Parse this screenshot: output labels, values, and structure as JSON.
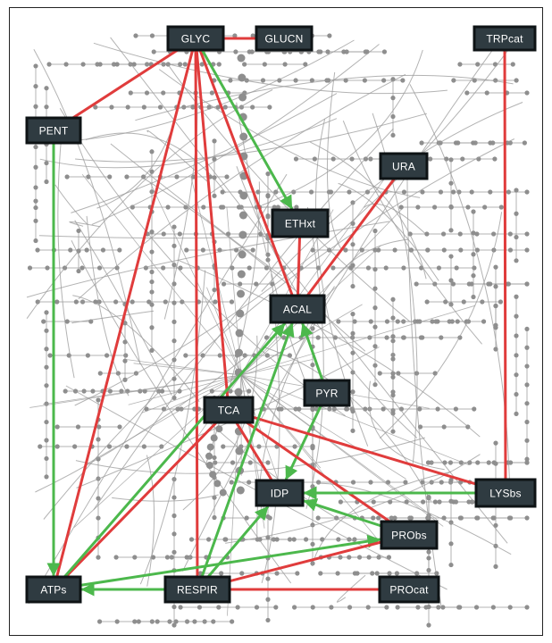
{
  "diagram": {
    "nodes": [
      {
        "id": "GLYC",
        "label": "GLYC"
      },
      {
        "id": "GLUCN",
        "label": "GLUCN"
      },
      {
        "id": "TRPcat",
        "label": "TRPcat"
      },
      {
        "id": "PENT",
        "label": "PENT"
      },
      {
        "id": "URA",
        "label": "URA"
      },
      {
        "id": "ETHxt",
        "label": "ETHxt"
      },
      {
        "id": "ACAL",
        "label": "ACAL"
      },
      {
        "id": "PYR",
        "label": "PYR"
      },
      {
        "id": "TCA",
        "label": "TCA"
      },
      {
        "id": "IDP",
        "label": "IDP"
      },
      {
        "id": "LYSbs",
        "label": "LYSbs"
      },
      {
        "id": "PRObs",
        "label": "PRObs"
      },
      {
        "id": "ATPs",
        "label": "ATPs"
      },
      {
        "id": "RESPIR",
        "label": "RESPIR"
      },
      {
        "id": "PROcat",
        "label": "PROcat"
      }
    ],
    "edges": [
      {
        "from": "GLYC",
        "to": "GLUCN",
        "color": "red",
        "arrow": false
      },
      {
        "from": "GLYC",
        "to": "PENT",
        "color": "red",
        "arrow": false
      },
      {
        "from": "GLYC",
        "to": "ATPs",
        "color": "red",
        "arrow": false
      },
      {
        "from": "GLYC",
        "to": "RESPIR",
        "color": "red",
        "arrow": false
      },
      {
        "from": "GLYC",
        "to": "TCA",
        "color": "red",
        "arrow": false
      },
      {
        "from": "GLYC",
        "to": "ACAL",
        "color": "red",
        "arrow": false
      },
      {
        "from": "GLYC",
        "to": "ETHxt",
        "color": "green",
        "arrow": true
      },
      {
        "from": "TRPcat",
        "to": "LYSbs",
        "color": "red",
        "arrow": false
      },
      {
        "from": "PENT",
        "to": "ATPs",
        "color": "green",
        "arrow": true
      },
      {
        "from": "URA",
        "to": "ACAL",
        "color": "red",
        "arrow": false
      },
      {
        "from": "ETHxt",
        "to": "ACAL",
        "color": "red",
        "arrow": false
      },
      {
        "from": "PYR",
        "to": "ACAL",
        "color": "green",
        "arrow": true
      },
      {
        "from": "PYR",
        "to": "IDP",
        "color": "green",
        "arrow": true
      },
      {
        "from": "TCA",
        "to": "ATPs",
        "color": "red",
        "arrow": false
      },
      {
        "from": "TCA",
        "to": "LYSbs",
        "color": "red",
        "arrow": false
      },
      {
        "from": "TCA",
        "to": "PRObs",
        "color": "red",
        "arrow": false
      },
      {
        "from": "TCA",
        "to": "IDP",
        "color": "red",
        "arrow": false
      },
      {
        "from": "ATPs",
        "to": "ACAL",
        "color": "green",
        "arrow": true
      },
      {
        "from": "ATPs",
        "to": "PRObs",
        "color": "green",
        "arrow": true
      },
      {
        "from": "RESPIR",
        "to": "ATPs",
        "color": "green",
        "arrow": true
      },
      {
        "from": "RESPIR",
        "to": "ACAL",
        "color": "green",
        "arrow": true
      },
      {
        "from": "RESPIR",
        "to": "IDP",
        "color": "green",
        "arrow": true
      },
      {
        "from": "RESPIR",
        "to": "PRObs",
        "color": "red",
        "arrow": false
      },
      {
        "from": "RESPIR",
        "to": "PROcat",
        "color": "red",
        "arrow": false
      },
      {
        "from": "LYSbs",
        "to": "IDP",
        "color": "green",
        "arrow": true
      },
      {
        "from": "PRObs",
        "to": "IDP",
        "color": "green",
        "arrow": true
      }
    ],
    "colors": {
      "red": "#e03c3c",
      "green": "#4cb84c",
      "node_fill": "#2f3b41",
      "node_border": "#0e1315",
      "background_network": "#9a9a9a"
    }
  }
}
